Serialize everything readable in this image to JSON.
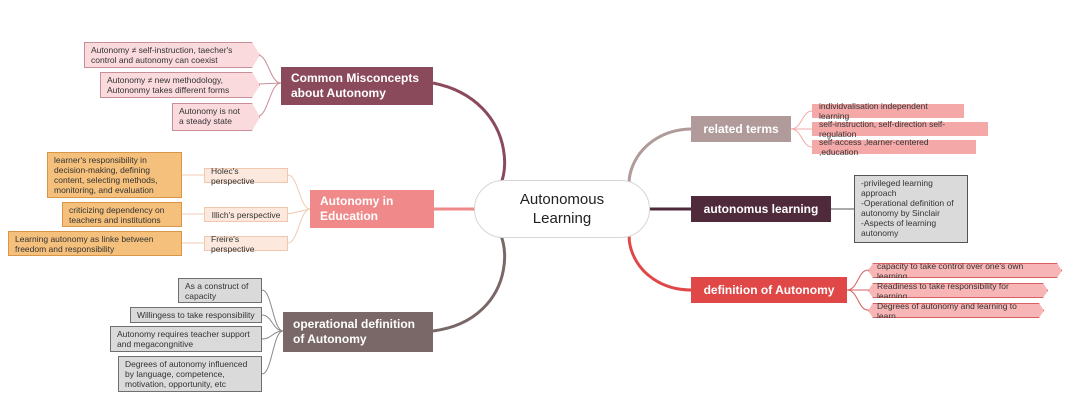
{
  "center": {
    "line1": "Autonomous",
    "line2": "Learning"
  },
  "branches": {
    "misconcepts": {
      "title_line1": "Common Misconcepts",
      "title_line2": "about Autonomy",
      "color": "#8a4a5c",
      "items": [
        {
          "line1": "Autonomy ≠ self-instruction, taecher's",
          "line2": "control and autonomy can coexist"
        },
        {
          "line1": "Autonomy ≠ new methodology,",
          "line2": "Autononmy takes different forms"
        },
        {
          "line1": "Autonomy is not",
          "line2": "a steady state"
        }
      ]
    },
    "education": {
      "title_line1": "Autonomy in",
      "title_line2": "Education",
      "color": "#f08a8a",
      "perspectives": [
        "Holec's perspective",
        "Illich's perspective",
        "Freire's perspective"
      ],
      "details": [
        {
          "line1": "learner's responsibility in",
          "line2": "decision-making, defining",
          "line3": "content, selecting methods,",
          "line4": "monitoring, and evaluation"
        },
        {
          "line1": "criticizing dependency on",
          "line2": "teachers and institutions"
        },
        {
          "line1": "Learning autonomy as linke between",
          "line2": "freedom and responsibility"
        }
      ]
    },
    "operational": {
      "title_line1": "operational definition",
      "title_line2": "of Autonomy",
      "color": "#7a6868",
      "items": [
        {
          "line1": "As a construct of",
          "line2": "capacity"
        },
        {
          "line1": "Willingess to take responsibility"
        },
        {
          "line1": "Autonomy requires teacher support",
          "line2": "and megacongnitive"
        },
        {
          "line1": "Degrees of autonomy influenced",
          "line2": "by language, competence,",
          "line3": "motivation, opportunity, etc"
        }
      ]
    },
    "related": {
      "title": "related terms",
      "color": "#b09a9a",
      "items": [
        "individvalisation independent learning",
        "self-instruction, self-direction self-regulation",
        "self-access ,learner-centered ,education"
      ]
    },
    "autonomus": {
      "title": "autonomus learning",
      "color": "#4e2a3a",
      "note": {
        "line1": "-privileged learning",
        "line2": "approach",
        "line3": "-Operational definition of",
        "line4": "autonomy by Sinclair",
        "line5": "-Aspects of learning",
        "line6": "autonomy"
      }
    },
    "definition": {
      "title": "definition of Autonomy",
      "color": "#e04848",
      "items": [
        "capacity to take control over one's own learning",
        "Readiness to take responsibility for learning",
        "Degrees of autonomy and learning to learn"
      ]
    }
  }
}
